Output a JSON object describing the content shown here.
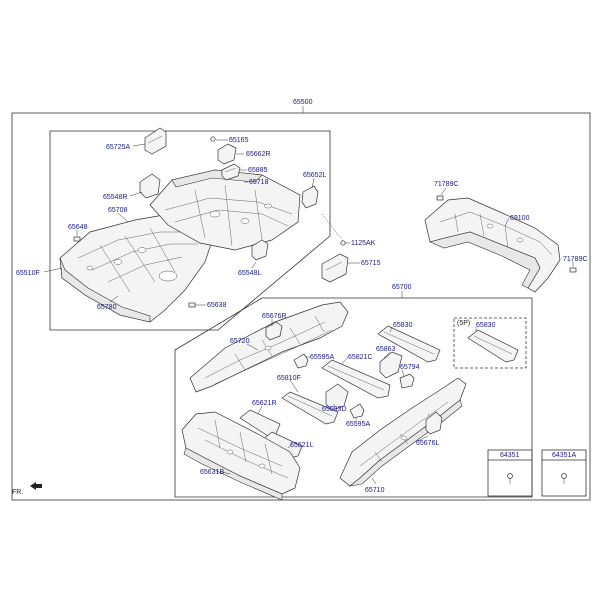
{
  "labels": {
    "top": "65500",
    "floor_sub": "65700",
    "p65725A": "65725A",
    "p65165": "65165",
    "p65662R": "65662R",
    "p65885": "65885",
    "p65718": "65718",
    "p65652L": "65652L",
    "p65548R": "65548R",
    "p65708": "65708",
    "p65648": "65648",
    "p1125AK": "1125AK",
    "p65715": "65715",
    "p65548L": "65548L",
    "p65510F": "65510F",
    "p65638": "65638",
    "p65780": "65780",
    "p71789C_a": "71789C",
    "p69100": "69100",
    "p71789C_b": "71789C",
    "p65676R": "65676R",
    "p65720": "65720",
    "p65830_a": "65830",
    "p5P": "(5P)",
    "p65830_b": "65830",
    "p65863": "65863",
    "p65595A_a": "65595A",
    "p65821C": "65821C",
    "p65794": "65794",
    "p65810F": "65810F",
    "p65593D": "65593D",
    "p65621R": "65621R",
    "p65595A_b": "65595A",
    "p65621L": "65621L",
    "p65676L": "65676L",
    "p65631B": "65631B",
    "p65710": "65710",
    "p64351": "64351",
    "p64351A": "64351A"
  },
  "orientation": {
    "front": "FR."
  }
}
